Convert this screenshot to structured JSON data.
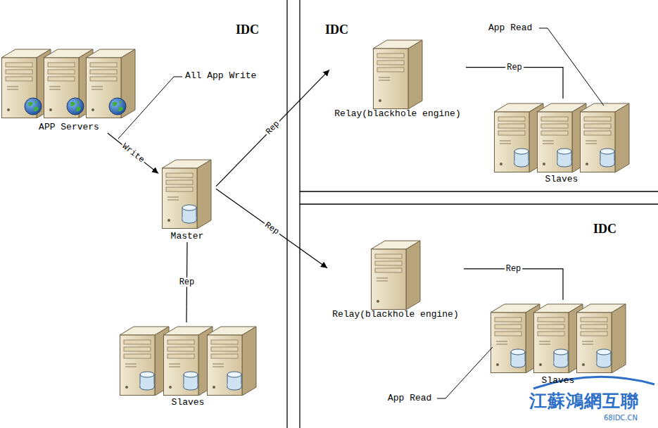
{
  "diagram": {
    "nodes": [
      {
        "text": [
          "APP Servers"
        ]
      },
      {
        "text": [
          "Master"
        ]
      },
      {
        "text": [
          "Slaves"
        ]
      },
      {
        "text": [
          "Relay(blackhole engine)"
        ]
      },
      {
        "text": [
          "Slaves"
        ]
      },
      {
        "text": [
          "Relay(blackhole engine)"
        ]
      },
      {
        "text": [
          "Slaves"
        ]
      }
    ],
    "edges": [
      {
        "from": 0,
        "to": 1,
        "label": "Write",
        "arrow": "to"
      },
      {
        "from": 1,
        "to": 3,
        "label": "Rep",
        "arrow": "to"
      },
      {
        "from": 1,
        "to": 5,
        "label": "Rep",
        "arrow": "to"
      },
      {
        "from": 1,
        "to": 2,
        "label": "Rep",
        "arrow": "none"
      },
      {
        "from": 3,
        "to": 4,
        "label": "Rep",
        "arrow": "none"
      },
      {
        "from": 5,
        "to": 6,
        "label": "Rep",
        "arrow": "none"
      }
    ],
    "labels": [
      "IDC",
      "IDC",
      "IDC",
      "All App Write",
      "App Read",
      "App Read",
      "江蘇鴻網互聯",
      "68IDC.CN"
    ]
  }
}
